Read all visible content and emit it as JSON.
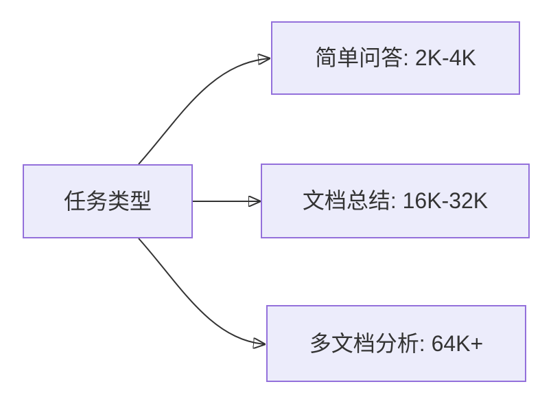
{
  "diagram": {
    "type": "flowchart-left-to-right",
    "root": {
      "label": "任务类型"
    },
    "branches": [
      {
        "label": "简单问答: 2K-4K"
      },
      {
        "label": "文档总结: 16K-32K"
      },
      {
        "label": "多文档分析: 64K+"
      }
    ],
    "edges": [
      {
        "from": "任务类型",
        "to": "简单问答: 2K-4K",
        "style": "curved-up-arrow"
      },
      {
        "from": "任务类型",
        "to": "文档总结: 16K-32K",
        "style": "straight-arrow"
      },
      {
        "from": "任务类型",
        "to": "多文档分析: 64K+",
        "style": "curved-down-arrow"
      }
    ],
    "colors": {
      "node_fill": "#ECECFB",
      "node_border": "#9370DB",
      "edge": "#333333",
      "text": "#333333",
      "background": "#FFFFFF"
    }
  }
}
